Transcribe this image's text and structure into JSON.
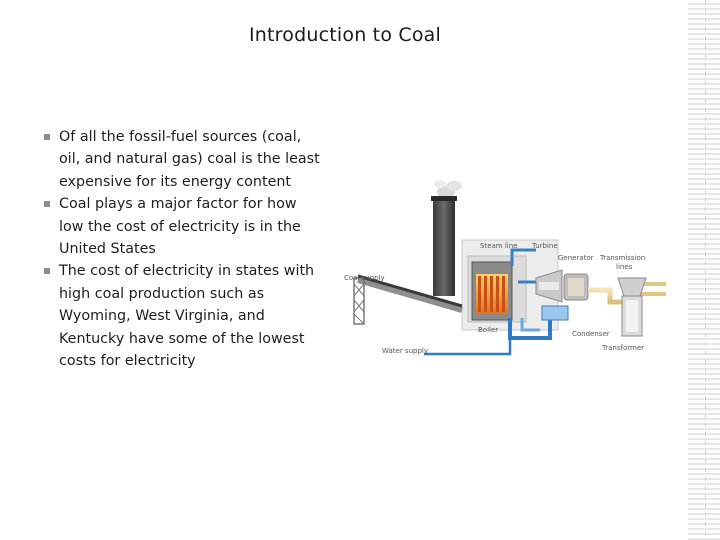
{
  "slide": {
    "title": "Introduction to Coal",
    "bullets": [
      "Of all the fossil-fuel sources (coal, oil, and natural gas) coal is the least expensive for its energy content",
      "Coal plays a major factor for how low the cost of electricity is in the United States",
      "The cost of electricity in states with high coal production such as Wyoming, West Virginia, and Kentucky have some of the lowest costs for electricity"
    ]
  },
  "diagram": {
    "labels": {
      "steam_line": "Steam line",
      "turbine": "Turbine",
      "generator": "Generator",
      "transmission_line1": "Transmission",
      "transmission_line2": "lines",
      "coal_supply": "Coal supply",
      "boiler": "Boiler",
      "condenser": "Condenser",
      "transformer": "Transformer",
      "water_supply": "Water supply"
    }
  }
}
